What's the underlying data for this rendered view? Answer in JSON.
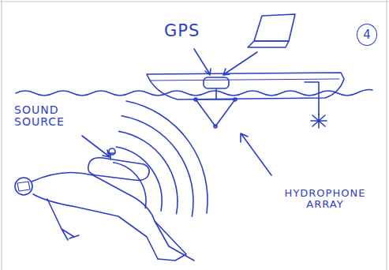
{
  "diagram": {
    "nodes": [
      {
        "text": [
          "4"
        ]
      }
    ],
    "labels": [
      "GPS",
      "SOUND SOURCE",
      "HYDROPHONE ARRAY"
    ]
  }
}
